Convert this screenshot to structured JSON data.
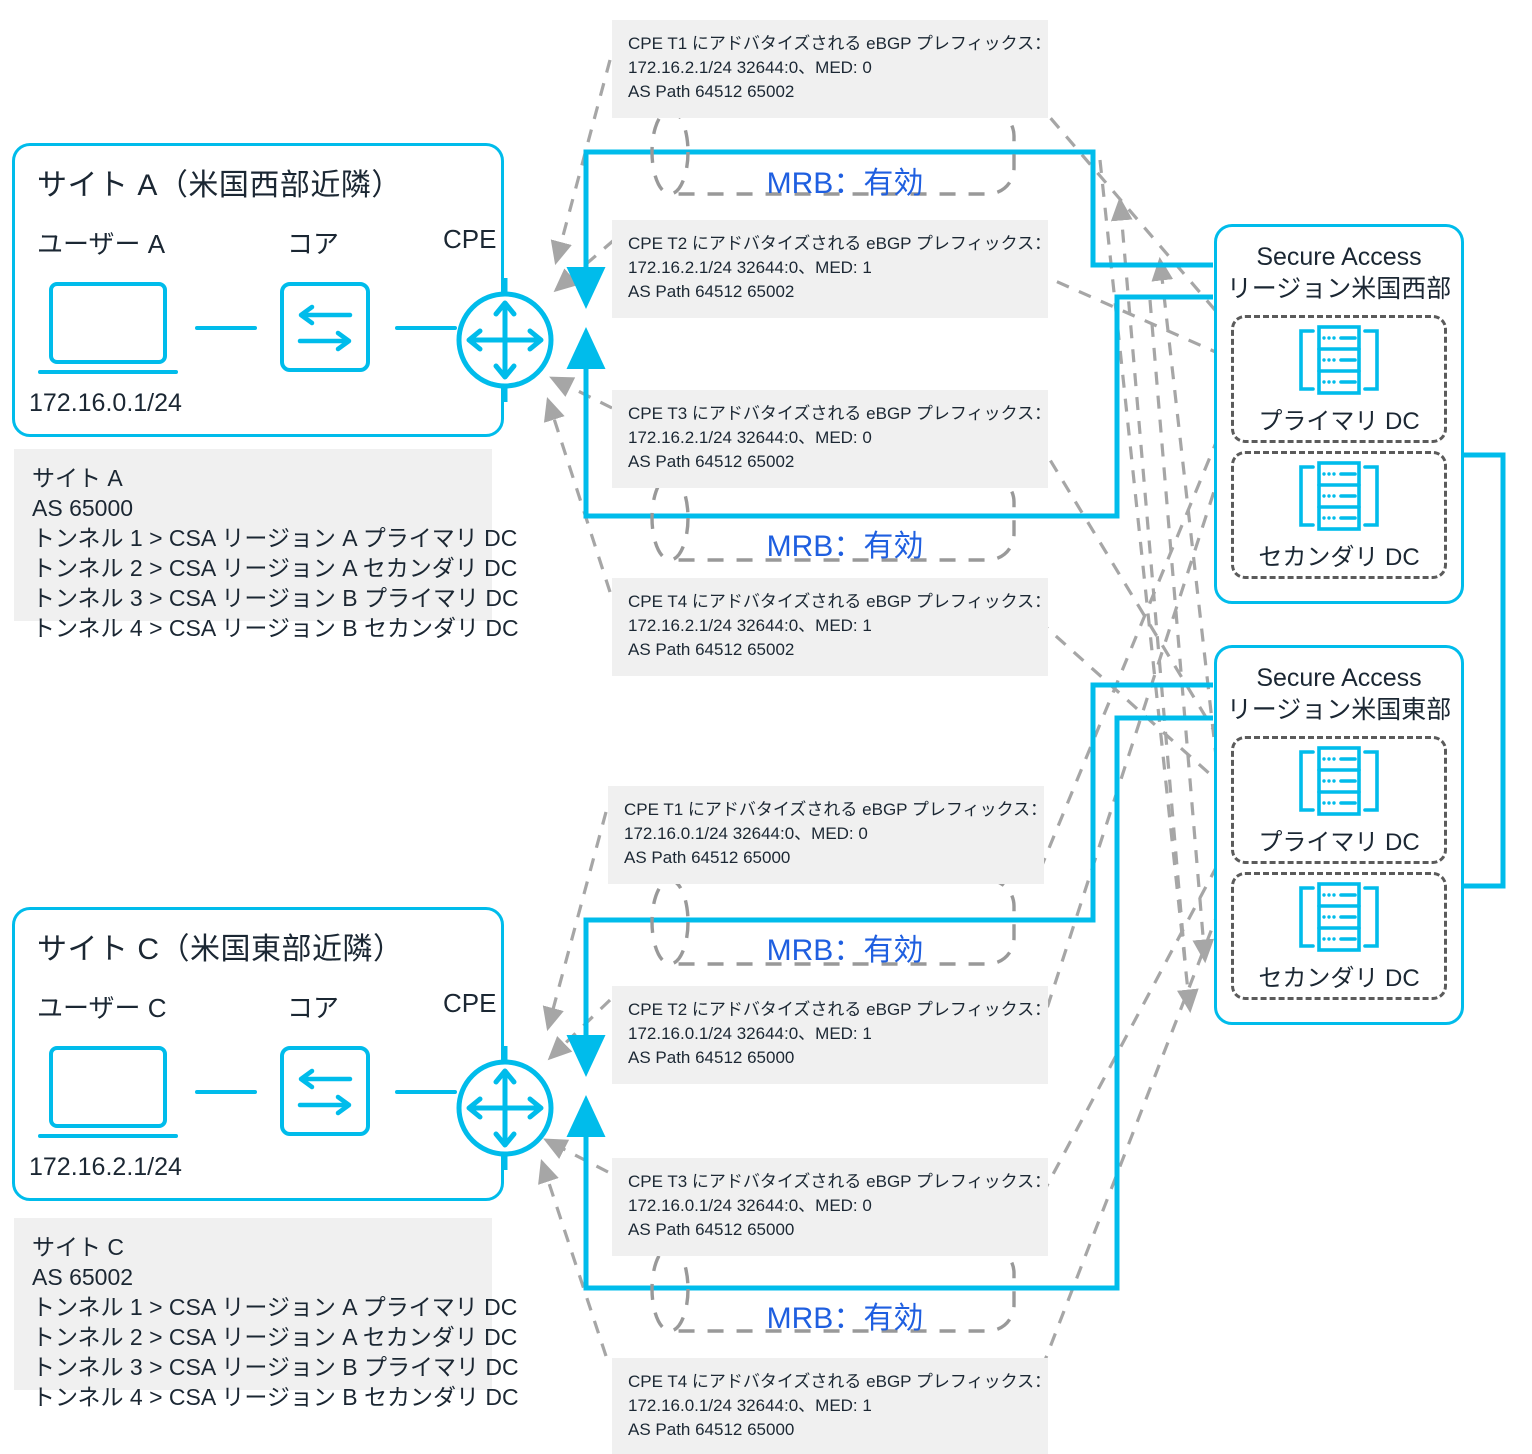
{
  "colors": {
    "accent": "#00bceb",
    "mrb_text": "#1f5fe0",
    "panel_bg": "#f0f0f0",
    "dashed_grey": "#999999",
    "text": "#1b2733"
  },
  "sites": [
    {
      "id": "site-a",
      "title": "サイト A（米国西部近隣）",
      "user_label": "ユーザー A",
      "core_label": "コア",
      "cpe_label": "CPE",
      "ip": "172.16.0.1/24",
      "info": {
        "name": "サイト A",
        "as": "AS 65000",
        "tunnels": [
          "トンネル 1 > CSA リージョン A プライマリ DC",
          "トンネル 2 > CSA リージョン A セカンダリ DC",
          "トンネル 3 > CSA リージョン B プライマリ DC",
          "トンネル 4 > CSA リージョン B セカンダリ DC"
        ]
      }
    },
    {
      "id": "site-c",
      "title": "サイト C（米国東部近隣）",
      "user_label": "ユーザー C",
      "core_label": "コア",
      "cpe_label": "CPE",
      "ip": "172.16.2.1/24",
      "info": {
        "name": "サイト C",
        "as": "AS 65002",
        "tunnels": [
          "トンネル 1 > CSA リージョン A プライマリ DC",
          "トンネル 2 > CSA リージョン A セカンダリ DC",
          "トンネル 3 > CSA リージョン B プライマリ DC",
          "トンネル 4 > CSA リージョン B セカンダリ DC"
        ]
      }
    }
  ],
  "prefix_boxes": [
    {
      "id": "a-t1",
      "title": "CPE T1 にアドバタイズされる eBGP プレフィックス：",
      "prefix": "172.16.2.1/24 32644:0、MED: 0",
      "aspath": "AS Path 64512 65002"
    },
    {
      "id": "a-t2",
      "title": "CPE T2 にアドバタイズされる eBGP プレフィックス：",
      "prefix": "172.16.2.1/24 32644:0、MED: 1",
      "aspath": "AS Path 64512 65002"
    },
    {
      "id": "a-t3",
      "title": "CPE T3 にアドバタイズされる eBGP プレフィックス：",
      "prefix": "172.16.2.1/24 32644:0、MED: 0",
      "aspath": "AS Path 64512 65002"
    },
    {
      "id": "a-t4",
      "title": "CPE T4 にアドバタイズされる eBGP プレフィックス：",
      "prefix": "172.16.2.1/24 32644:0、MED: 1",
      "aspath": "AS Path 64512 65002"
    },
    {
      "id": "c-t1",
      "title": "CPE T1 にアドバタイズされる eBGP プレフィックス：",
      "prefix": "172.16.0.1/24 32644:0、MED: 0",
      "aspath": "AS Path 64512 65000"
    },
    {
      "id": "c-t2",
      "title": "CPE T2 にアドバタイズされる eBGP プレフィックス：",
      "prefix": "172.16.0.1/24 32644:0、MED: 1",
      "aspath": "AS Path 64512 65000"
    },
    {
      "id": "c-t3",
      "title": "CPE T3 にアドバタイズされる eBGP プレフィックス：",
      "prefix": "172.16.0.1/24 32644:0、MED: 0",
      "aspath": "AS Path 64512 65000"
    },
    {
      "id": "c-t4",
      "title": "CPE T4 にアドバタイズされる eBGP プレフィックス：",
      "prefix": "172.16.0.1/24 32644:0、MED: 1",
      "aspath": "AS Path 64512 65000"
    }
  ],
  "tunnels": [
    {
      "id": "tunnel-1",
      "label": "MRB：有効"
    },
    {
      "id": "tunnel-2",
      "label": "MRB：有効"
    },
    {
      "id": "tunnel-3",
      "label": "MRB：有効"
    },
    {
      "id": "tunnel-4",
      "label": "MRB：有効"
    }
  ],
  "regions": [
    {
      "id": "region-west",
      "title_line1": "Secure Access",
      "title_line2": "リージョン米国西部",
      "primary_dc": "プライマリ DC",
      "secondary_dc": "セカンダリ DC"
    },
    {
      "id": "region-east",
      "title_line1": "Secure Access",
      "title_line2": "リージョン米国東部",
      "primary_dc": "プライマリ DC",
      "secondary_dc": "セカンダリ DC"
    }
  ]
}
